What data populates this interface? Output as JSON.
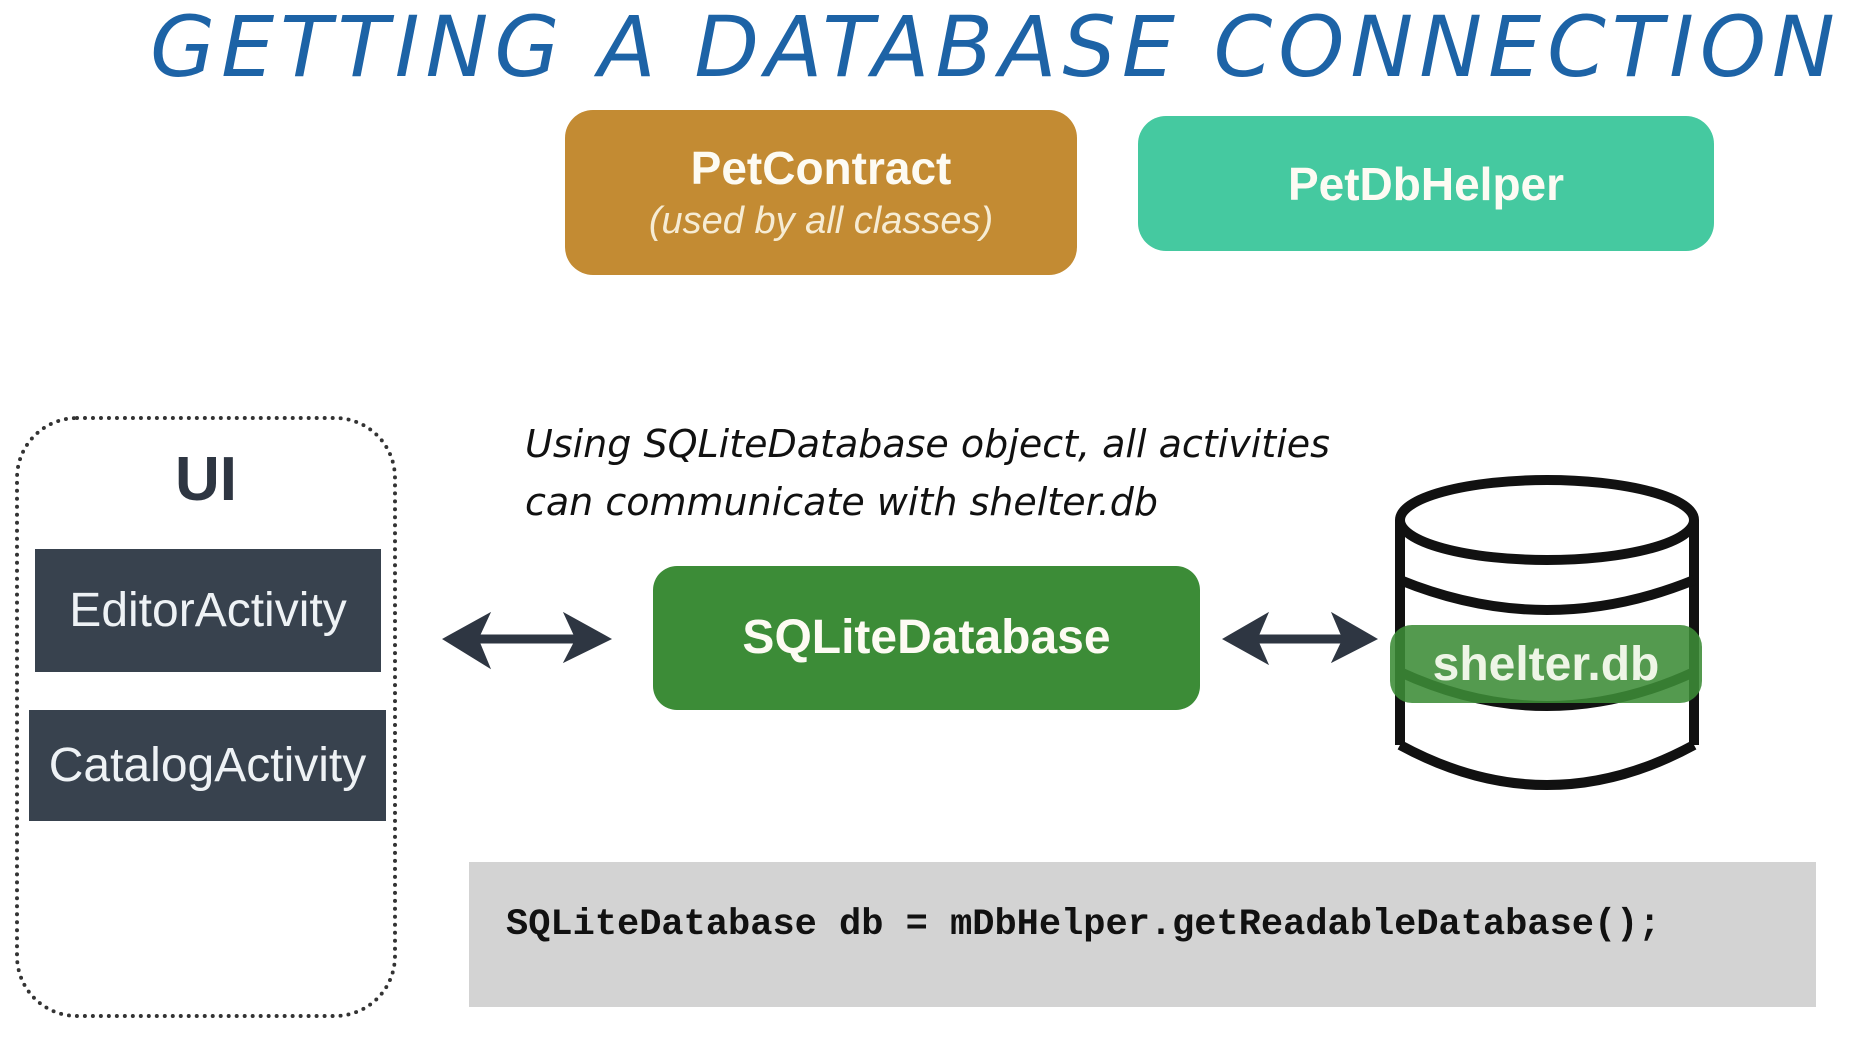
{
  "title": "GETTING A DATABASE CONNECTION",
  "pet_contract": {
    "label": "PetContract",
    "sublabel": "(used by all classes)"
  },
  "pet_db_helper": {
    "label": "PetDbHelper"
  },
  "ui_group": {
    "label": "UI",
    "activities": [
      "EditorActivity",
      "CatalogActivity"
    ]
  },
  "note": {
    "line1": "Using SQLiteDatabase object, all activities",
    "line2": "can communicate with shelter.db"
  },
  "sqlite_database": {
    "label": "SQLiteDatabase"
  },
  "database": {
    "label": "shelter.db"
  },
  "code": "SQLiteDatabase db = mDbHelper.getReadableDatabase();",
  "colors": {
    "title": "#1d63a6",
    "pet_contract": "#c38b33",
    "pet_db_helper": "#45c9a0",
    "sqlite_database": "#3c8c37",
    "activity": "#38424e",
    "code_background": "#d3d3d3"
  }
}
